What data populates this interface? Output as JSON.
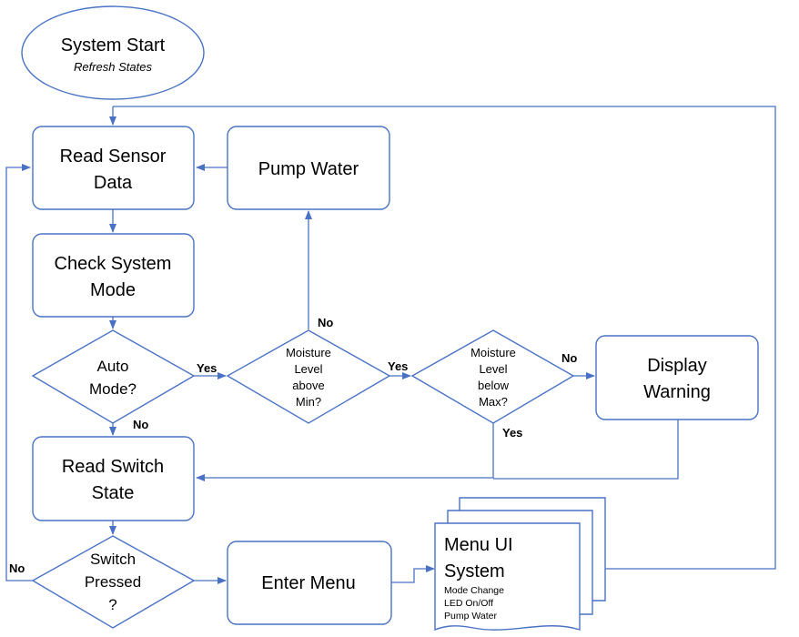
{
  "nodes": {
    "system_start": {
      "title": "System Start",
      "subtitle": "Refresh States"
    },
    "read_sensor": {
      "line1": "Read Sensor",
      "line2": "Data"
    },
    "pump_water": {
      "label": "Pump Water"
    },
    "check_mode": {
      "line1": "Check System",
      "line2": "Mode"
    },
    "auto_mode": {
      "line1": "Auto",
      "line2": "Mode?"
    },
    "moisture_min": {
      "line1": "Moisture",
      "line2": "Level",
      "line3": "above",
      "line4": "Min?"
    },
    "moisture_max": {
      "line1": "Moisture",
      "line2": "Level",
      "line3": "below",
      "line4": "Max?"
    },
    "display_warning": {
      "line1": "Display",
      "line2": "Warning"
    },
    "read_switch": {
      "line1": "Read Switch",
      "line2": "State"
    },
    "switch_pressed": {
      "line1": "Switch",
      "line2": "Pressed",
      "line3": "?"
    },
    "enter_menu": {
      "label": "Enter Menu"
    },
    "menu_ui": {
      "line1": "Menu UI",
      "line2": "System",
      "items": [
        "Mode Change",
        "LED On/Off",
        "Pump Water"
      ]
    }
  },
  "edge_labels": {
    "auto_yes": "Yes",
    "auto_no": "No",
    "min_yes": "Yes",
    "min_no": "No",
    "max_no": "No",
    "max_yes": "Yes",
    "switch_no": "No"
  },
  "colors": {
    "stroke": "#4a72c4",
    "fill": "#ffffff",
    "text": "#000000"
  }
}
